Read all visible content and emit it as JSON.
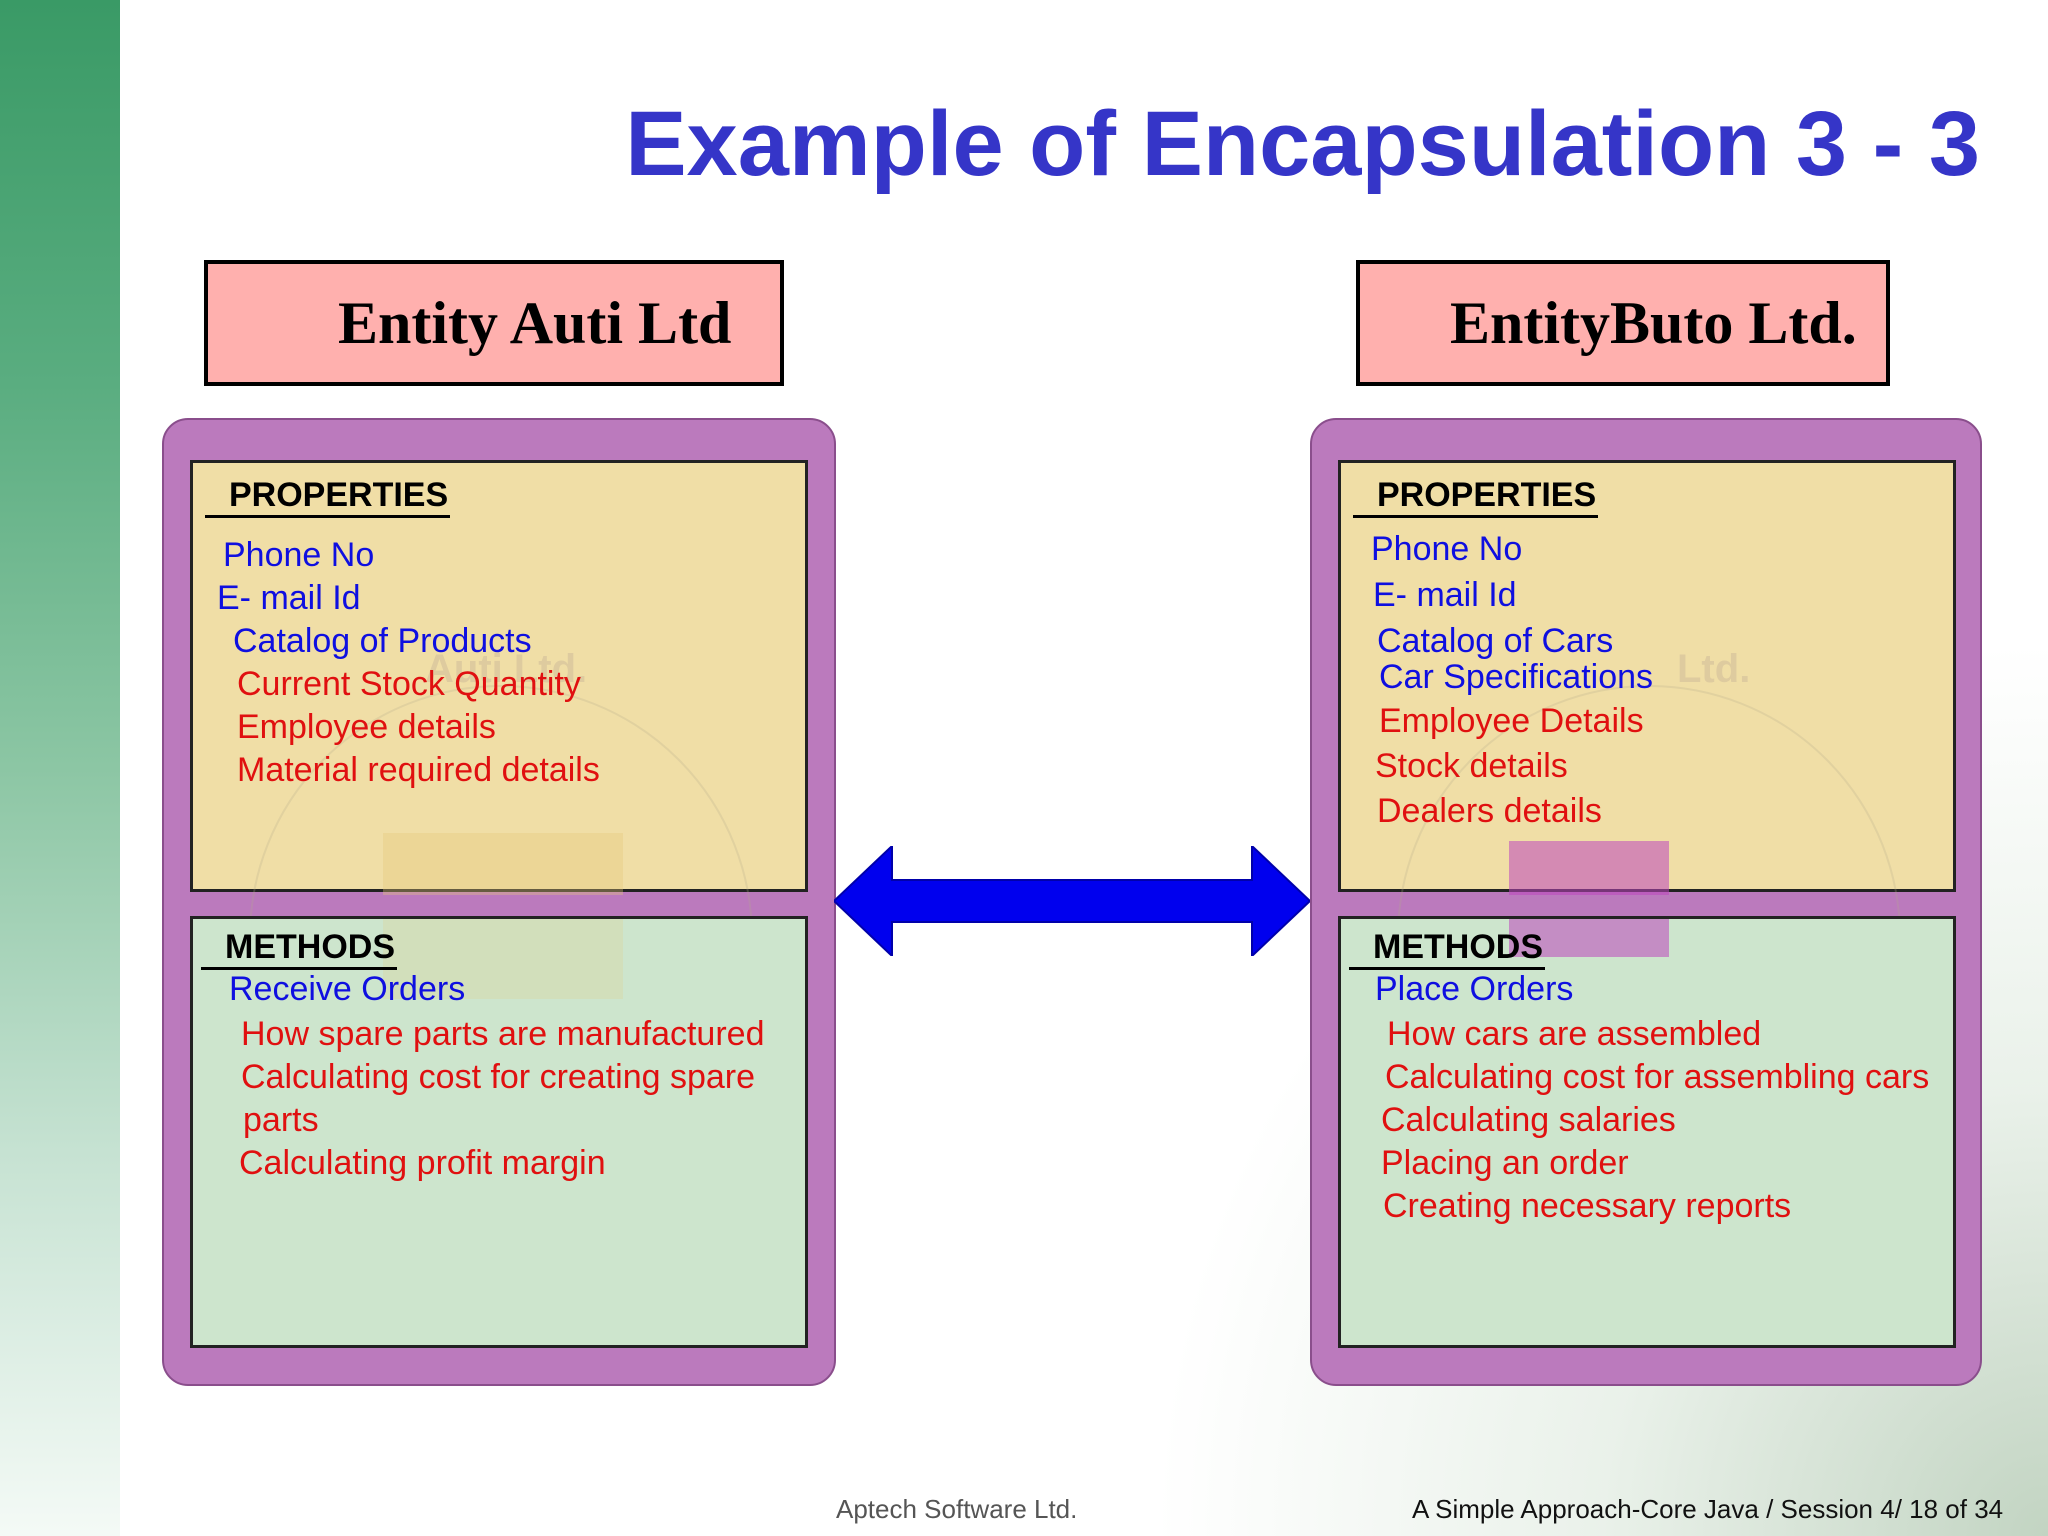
{
  "slide": {
    "title": "Example of Encapsulation 3 - 3"
  },
  "left_entity": {
    "name": "Entity Auti Ltd",
    "watermark": "Auti Ltd.",
    "properties_heading": "PROPERTIES",
    "properties": [
      {
        "text": "Phone No",
        "color": "#0f0fe0"
      },
      {
        "text": "E- mail Id",
        "color": "#0f0fe0"
      },
      {
        "text": "Catalog of Products",
        "color": "#0f0fe0"
      },
      {
        "text": "Current Stock Quantity",
        "color": "#e01010"
      },
      {
        "text": "Employee details",
        "color": "#e01010"
      },
      {
        "text": "Material required details",
        "color": "#e01010"
      }
    ],
    "methods_heading": "METHODS",
    "methods": [
      {
        "text": "Receive Orders",
        "color": "#0f0fe0"
      },
      {
        "text": "How spare parts are manufactured",
        "color": "#e01010"
      },
      {
        "text": "Calculating cost for creating spare",
        "color": "#e01010"
      },
      {
        "text": "parts",
        "color": "#e01010"
      },
      {
        "text": "Calculating profit margin",
        "color": "#e01010"
      }
    ]
  },
  "right_entity": {
    "name": "EntityButo Ltd.",
    "watermark": "Ltd.",
    "properties_heading": "PROPERTIES",
    "properties": [
      {
        "text": "Phone No",
        "color": "#0f0fe0"
      },
      {
        "text": "E- mail Id",
        "color": "#0f0fe0"
      },
      {
        "text": "Catalog of Cars",
        "color": "#0f0fe0"
      },
      {
        "text": "Car Specifications",
        "color": "#0f0fe0"
      },
      {
        "text": "Employee Details",
        "color": "#e01010"
      },
      {
        "text": "Stock details",
        "color": "#e01010"
      },
      {
        "text": "Dealers details",
        "color": "#e01010"
      }
    ],
    "methods_heading": "METHODS",
    "methods": [
      {
        "text": "Place Orders",
        "color": "#0f0fe0"
      },
      {
        "text": "How cars are assembled",
        "color": "#e01010"
      },
      {
        "text": "Calculating cost for assembling cars",
        "color": "#e01010"
      },
      {
        "text": "Calculating salaries",
        "color": "#e01010"
      },
      {
        "text": "Placing an order",
        "color": "#e01010"
      },
      {
        "text": "Creating necessary reports",
        "color": "#e01010"
      }
    ]
  },
  "connector": {
    "icon": "double-headed-arrow-icon",
    "color": "#0000ee"
  },
  "footer": {
    "company": "Aptech Software Ltd.",
    "course": "A Simple Approach-Core Java / Session 4/ 18 of 34"
  },
  "colors": {
    "title": "#3535c8",
    "entity_title_bg": "#ffb0ae",
    "panel": "#bb7abd",
    "properties_bg": "#f0dea6",
    "methods_bg": "#cde5cd"
  }
}
